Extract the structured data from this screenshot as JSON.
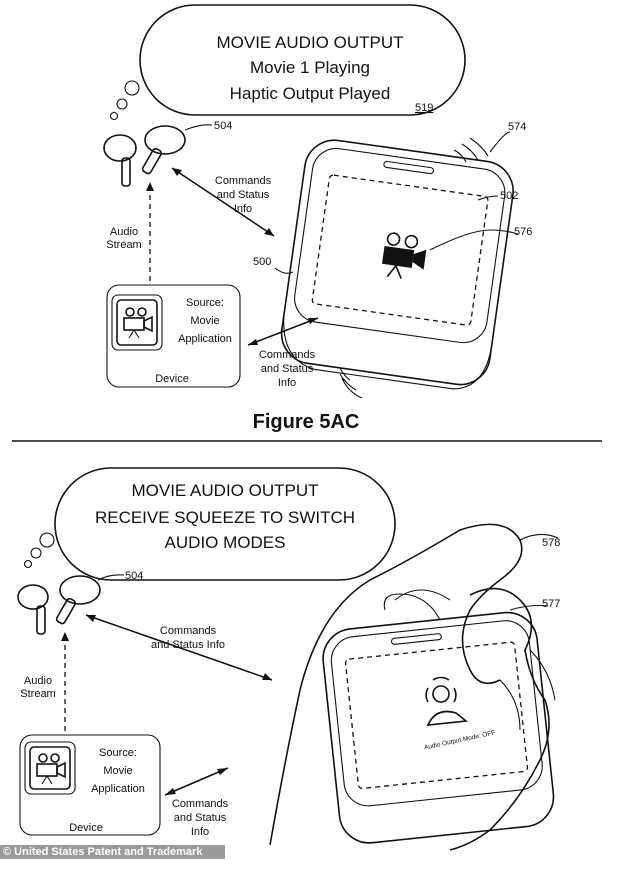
{
  "figure_top": {
    "bubble_lines": [
      "MOVIE AUDIO OUTPUT",
      "Movie 1 Playing",
      "Haptic Output Played"
    ],
    "ref_bubble": "519",
    "ref_earbuds": "504",
    "ref_vibration": "574",
    "ref_case_display": "502",
    "ref_icon": "576",
    "ref_case": "500",
    "commands_top": [
      "Commands",
      "and Status",
      "Info"
    ],
    "commands_bottom": [
      "Commands",
      "and Status",
      "Info"
    ],
    "audio_stream": [
      "Audio",
      "Stream"
    ],
    "source": [
      "Source:",
      "Movie",
      "Application"
    ],
    "device": "Device",
    "caption": "Figure 5AC"
  },
  "figure_bottom": {
    "bubble_lines": [
      "MOVIE AUDIO OUTPUT",
      "RECEIVE SQUEEZE TO SWITCH",
      "AUDIO MODES"
    ],
    "ref_earbuds": "504",
    "ref_hand": "578",
    "ref_display": "577",
    "commands_top": [
      "Commands",
      "and Status Info"
    ],
    "commands_bottom": [
      "Commands",
      "and Status",
      "Info"
    ],
    "audio_stream": [
      "Audio",
      "Stream"
    ],
    "source": [
      "Source:",
      "Movie",
      "Application"
    ],
    "device": "Device",
    "mode_label": "Audio Output Mode: OFF"
  },
  "footer": "© United States Patent and Trademark Office"
}
